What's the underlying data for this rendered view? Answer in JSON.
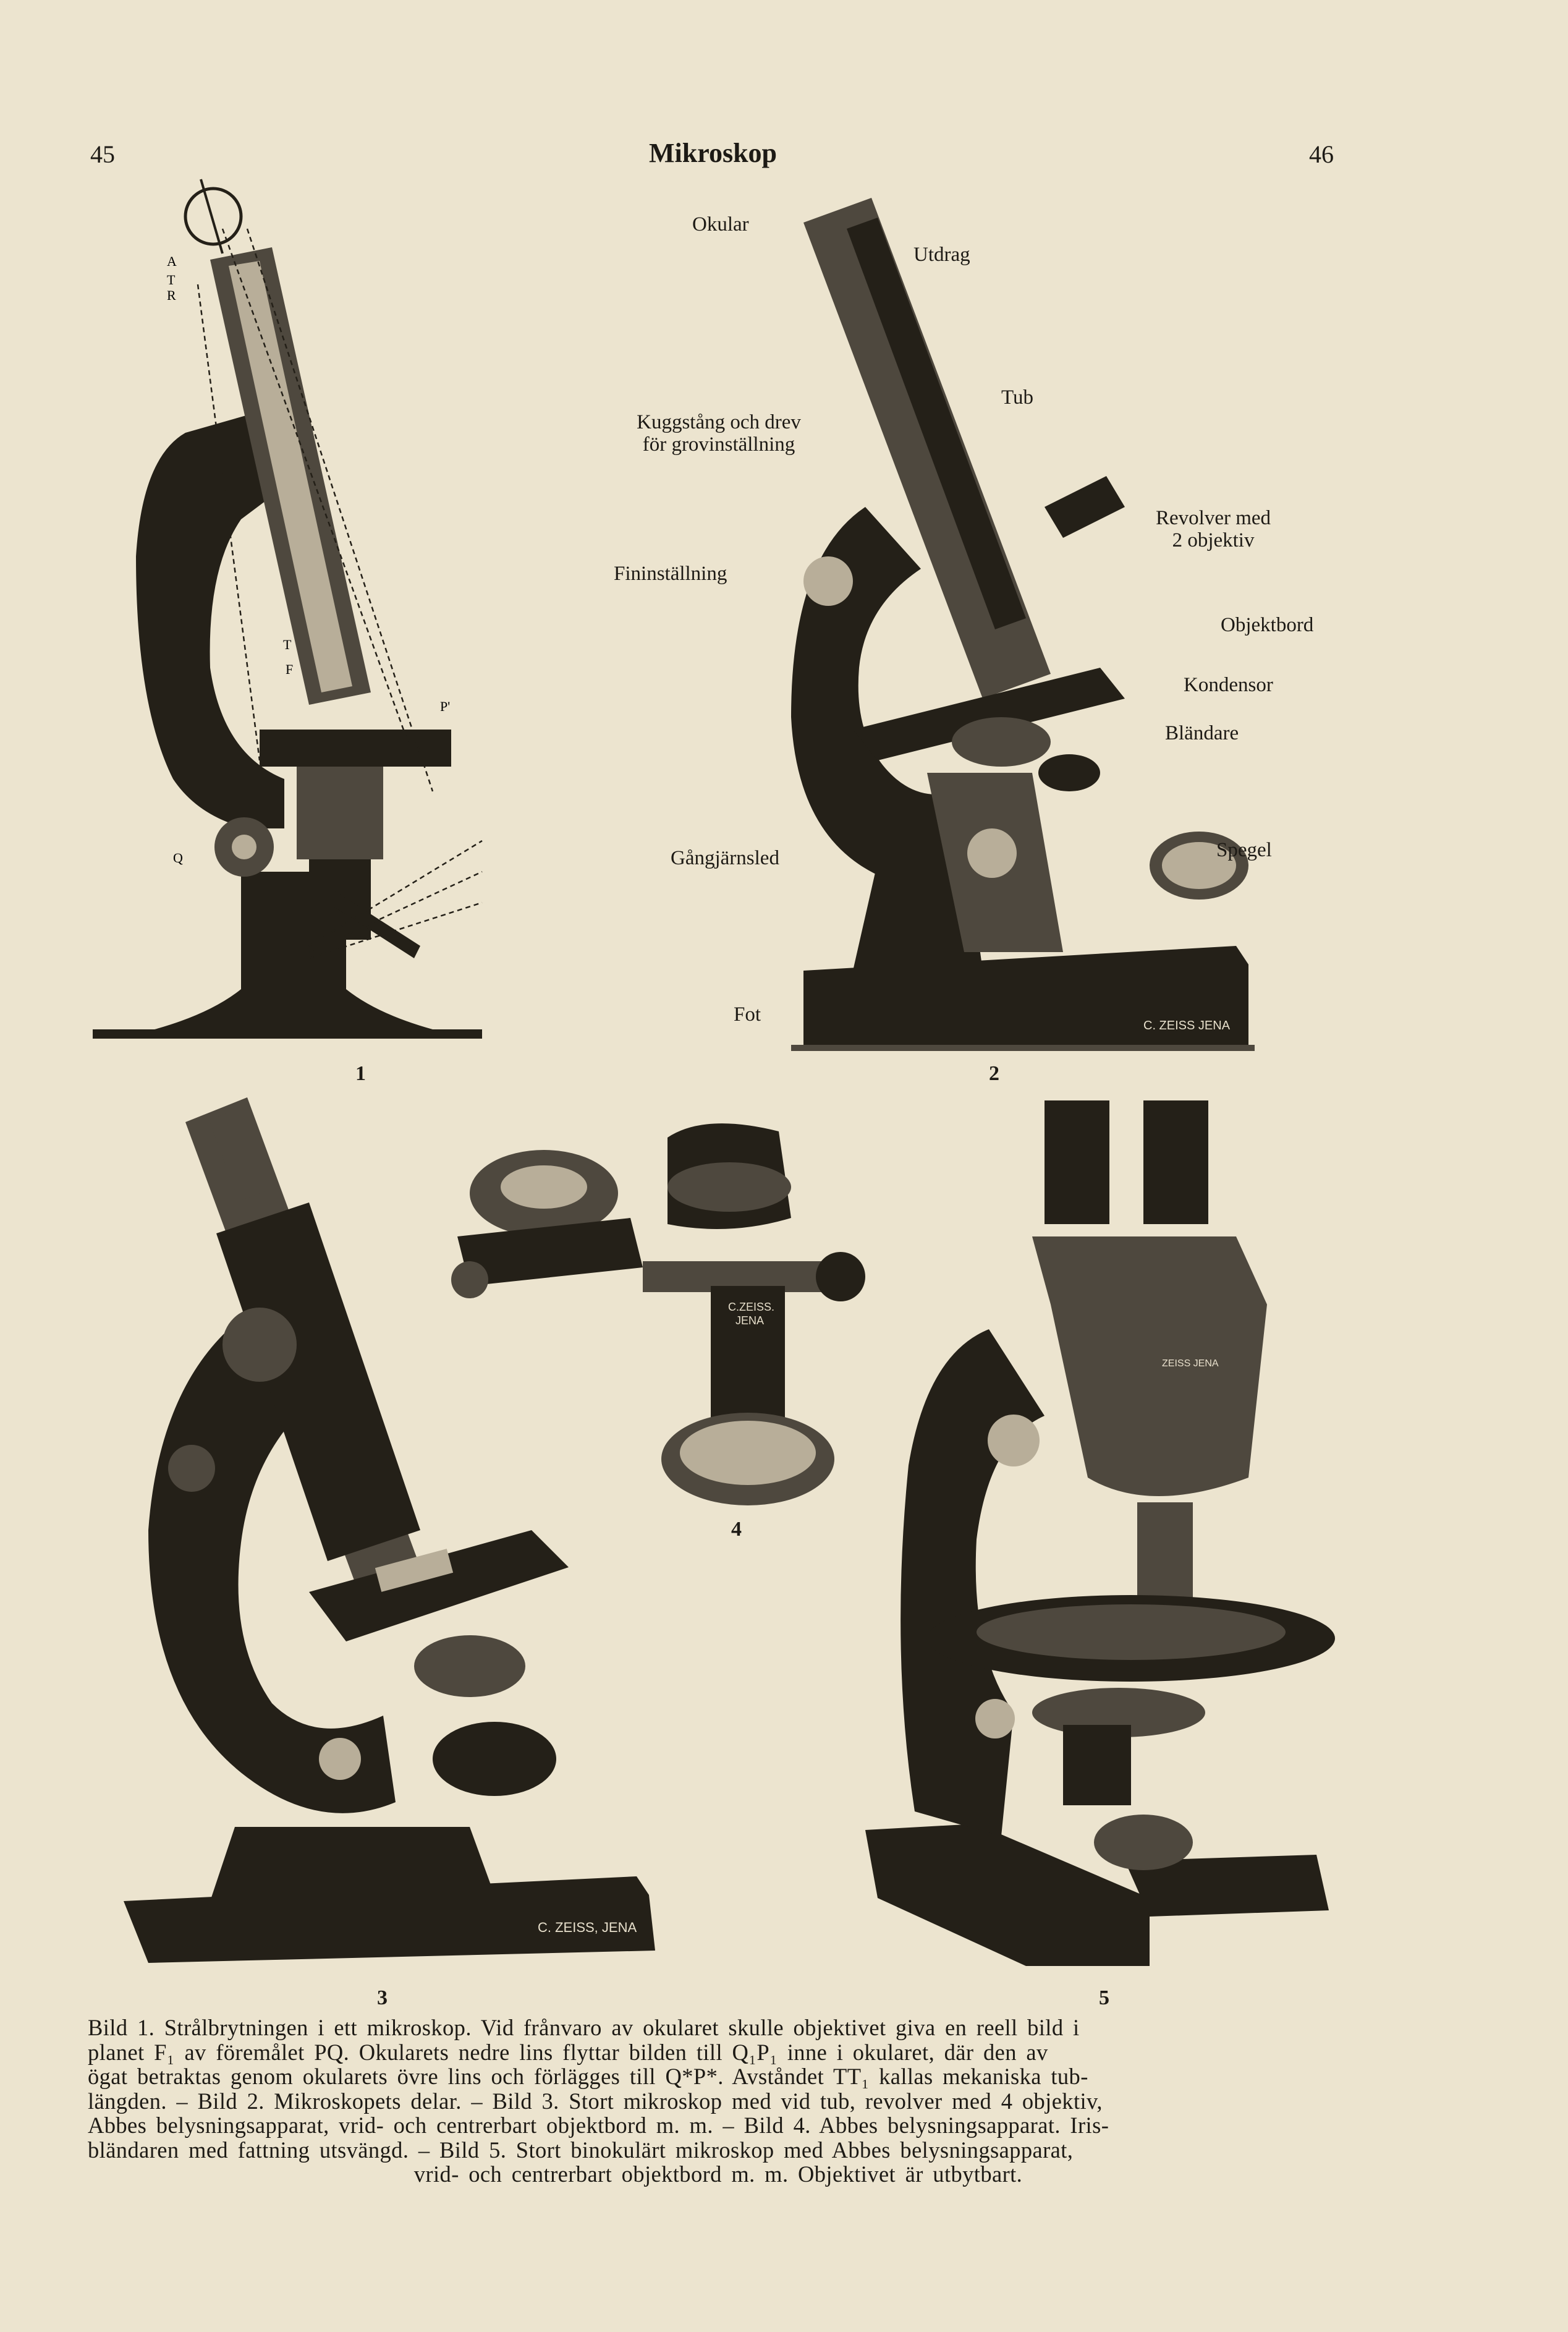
{
  "header": {
    "page_left": "45",
    "title": "Mikroskop",
    "page_right": "46"
  },
  "figure1": {
    "number": "1",
    "letters": {
      "a": "A",
      "t": "T",
      "r": "R",
      "t1": "T",
      "f": "F",
      "p": "P'",
      "q": "Q"
    }
  },
  "figure2": {
    "number": "2",
    "labels": {
      "okular": "Okular",
      "utdrag": "Utdrag",
      "kuggstang_line1": "Kuggstång och drev",
      "kuggstang_line2": "för grovinställning",
      "tub": "Tub",
      "revolver_line1": "Revolver med",
      "revolver_line2": "2 objektiv",
      "fininstallning": "Fininställning",
      "objektbord": "Objektbord",
      "kondensor": "Kondensor",
      "blandare": "Bländare",
      "gangjarnsled": "Gångjärnsled",
      "spegel": "Spegel",
      "fot": "Fot"
    },
    "maker_mark": "C. ZEISS JENA"
  },
  "figure3": {
    "number": "3",
    "maker_mark": "C. ZEISS, JENA"
  },
  "figure4": {
    "number": "4",
    "maker_mark_line1": "C.ZEISS.",
    "maker_mark_line2": "JENA"
  },
  "figure5": {
    "number": "5",
    "maker_mark": "ZEISS JENA"
  },
  "caption": {
    "lines": [
      "Bild 1. Strålbrytningen i ett mikroskop. Vid frånvaro av okularet skulle objektivet giva en reell bild i",
      "planet F₁ av föremålet PQ. Okularets nedre lins flyttar bilden till Q₁P₁ inne i okularet, där den av",
      "ögat betraktas genom okularets övre lins och förlägges till Q*P*. Avståndet TT₁ kallas mekaniska tub-",
      "längden. – Bild 2. Mikroskopets delar. – Bild 3. Stort mikroskop med vid tub, revolver med 4 objektiv,",
      "Abbes belysningsapparat, vrid- och centrerbart objektbord m. m. – Bild 4. Abbes belysningsapparat. Iris-",
      "bländaren med fattning utsvängd. – Bild 5. Stort binokulärt mikroskop med Abbes belysningsapparat,",
      "vrid- och centrerbart objektbord m. m. Objektivet är utbytbart."
    ]
  }
}
